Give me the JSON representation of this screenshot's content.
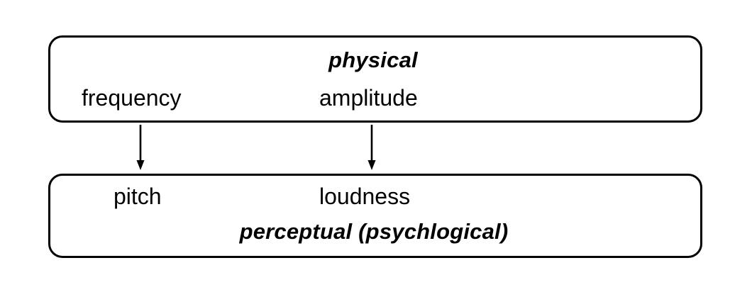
{
  "diagram": {
    "title_hidden": "",
    "boxes": [
      {
        "id": "physical",
        "category": "physical",
        "terms": [
          "frequency",
          "amplitude"
        ]
      },
      {
        "id": "perceptual",
        "category": "perceptual (psychlogical)",
        "terms": [
          "pitch",
          "loudness"
        ]
      }
    ],
    "arrows": [
      {
        "from": "frequency",
        "to": "pitch",
        "direction": "down"
      },
      {
        "from": "amplitude",
        "to": "loudness",
        "direction": "down"
      }
    ],
    "colors": {
      "background": "#ffffff",
      "stroke": "#000000",
      "text": "#000000"
    }
  }
}
